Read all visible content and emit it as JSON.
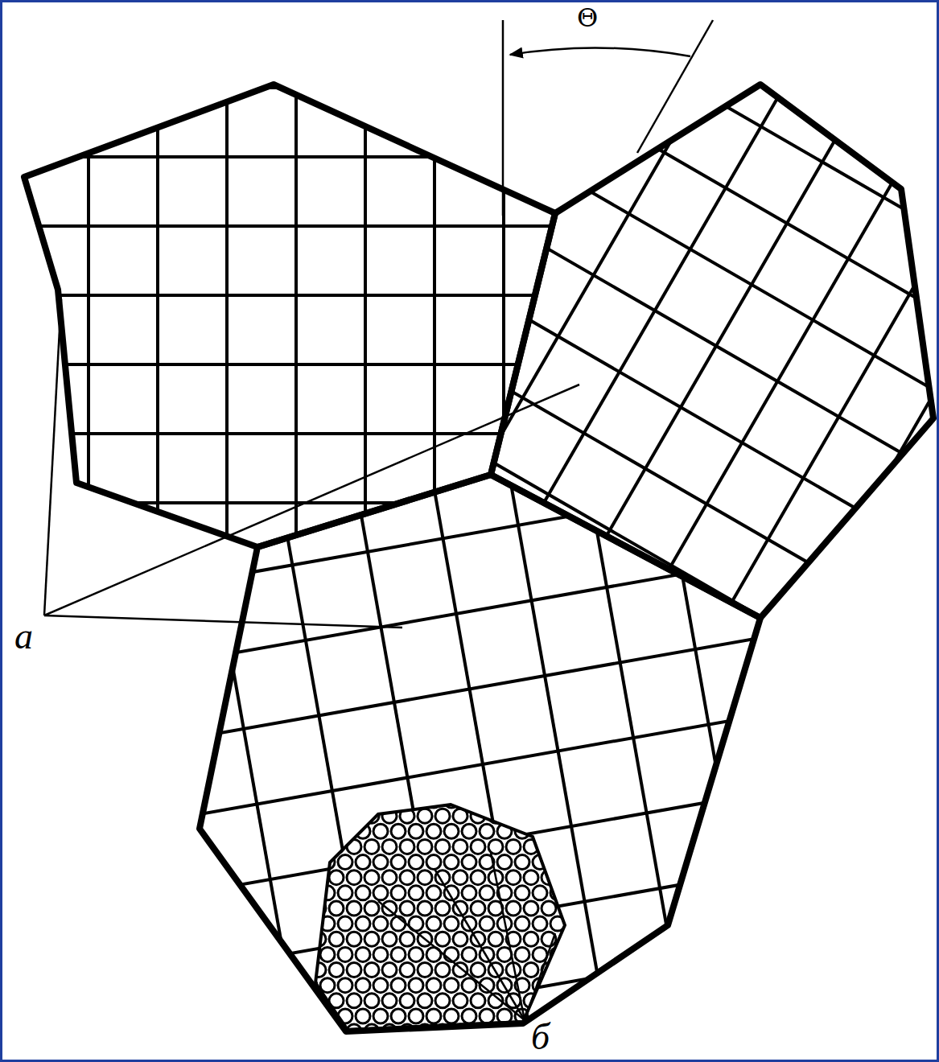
{
  "diagram": {
    "labels": [
      "Θ",
      "а",
      "б"
    ]
  }
}
